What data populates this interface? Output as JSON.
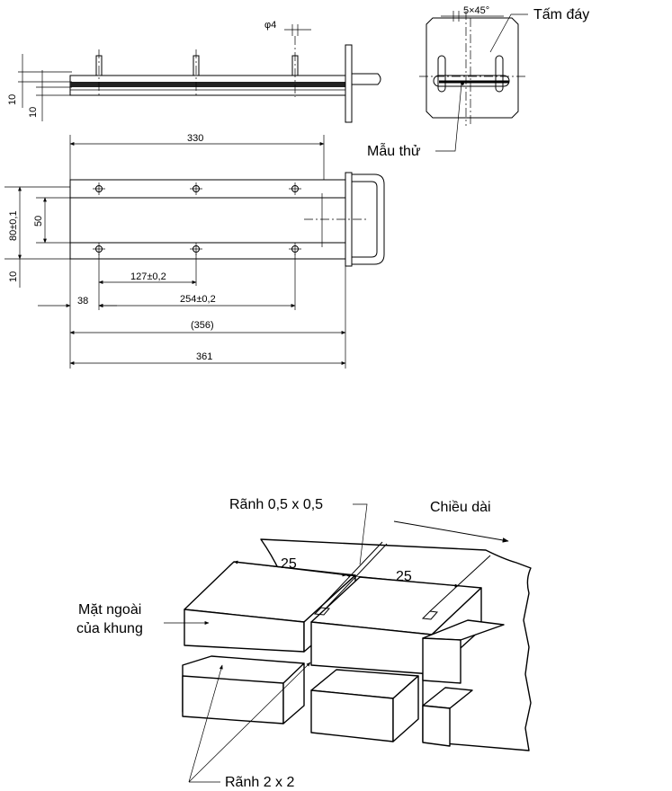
{
  "top_figure": {
    "side_view": {
      "dim_diameter": "φ4",
      "dim_10_a": "10",
      "dim_10_b": "10"
    },
    "end_view": {
      "dim_chamfer": "5×45°",
      "label_plate": "Tấm đáy",
      "label_specimen": "Mẫu thử"
    },
    "plan_view": {
      "dim_330": "330",
      "dim_80": "80±0,1",
      "dim_50": "50",
      "dim_10": "10",
      "dim_127": "127±0,2",
      "dim_38": "38",
      "dim_254": "254±0,2",
      "dim_356": "(356)",
      "dim_361": "361"
    }
  },
  "bottom_figure": {
    "label_groove_small": "Rãnh 0,5 x 0,5",
    "label_length": "Chiều dài",
    "dim_25_a": "25",
    "dim_25_b": "25",
    "label_outer_face_line1": "Mặt ngoài",
    "label_outer_face_line2": "của khung",
    "label_groove_large": "Rãnh 2 x 2"
  }
}
